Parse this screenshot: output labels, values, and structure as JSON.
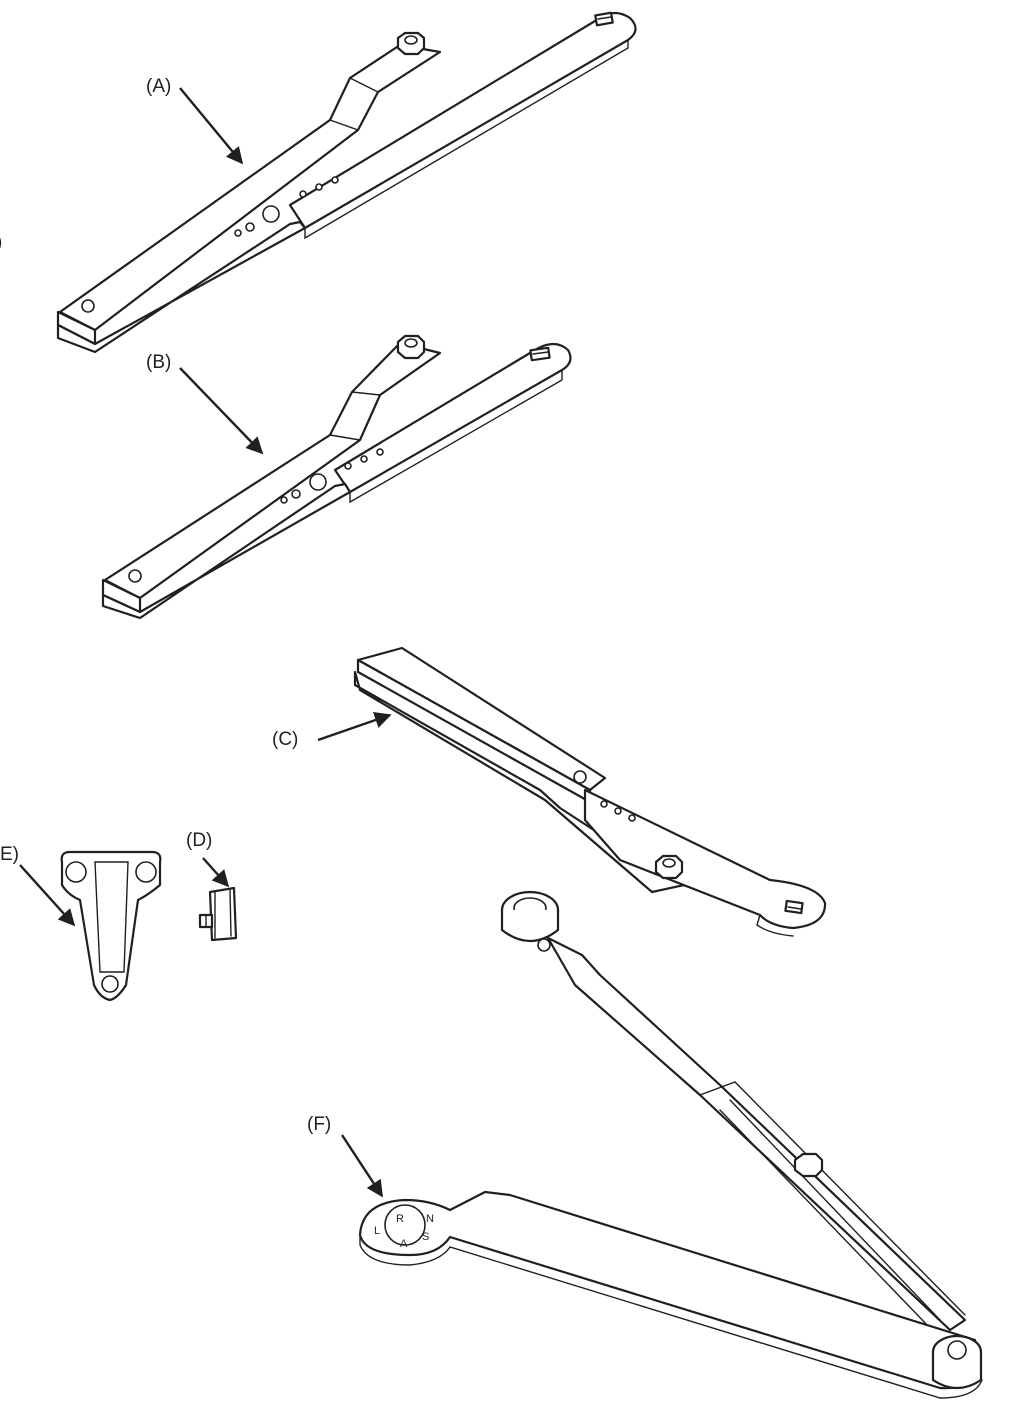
{
  "diagram": {
    "labels": {
      "a": "(A)",
      "b": "(B)",
      "c": "(C)",
      "d": "(D)",
      "e": "E)",
      "f": "(F)",
      "left_edge_fragment": ")"
    },
    "dial_letters": [
      "R",
      "L",
      "A",
      "S",
      "N"
    ],
    "line_color": "#231f20",
    "background": "#ffffff"
  }
}
